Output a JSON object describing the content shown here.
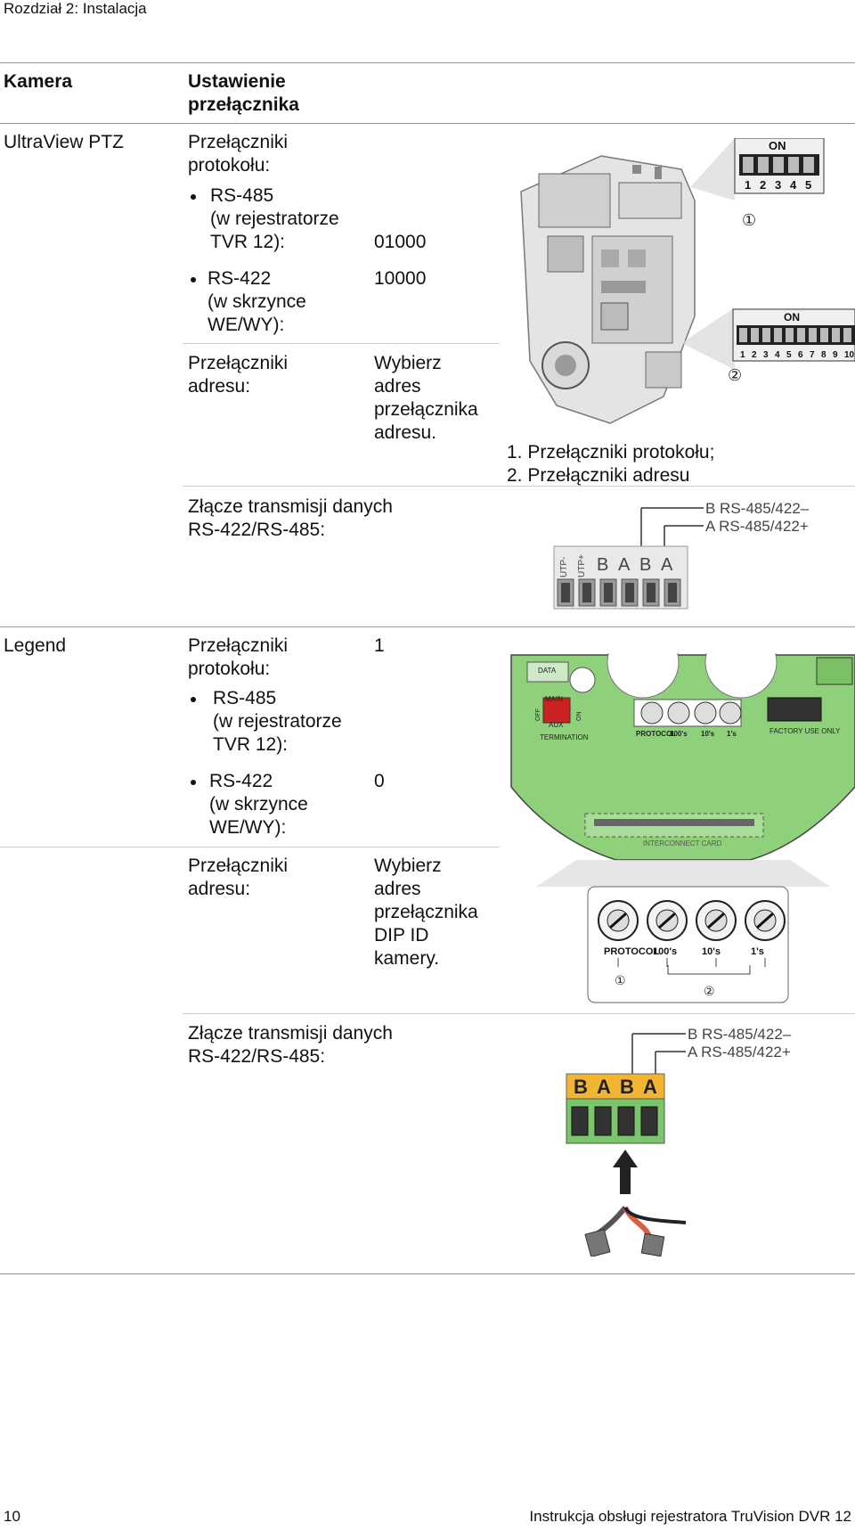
{
  "running_header": "Rozdział 2: Instalacja",
  "table": {
    "headers": {
      "camera": "Kamera",
      "switch_setting": "Ustawienie\nprzełącznika"
    },
    "row1": {
      "camera": "UltraView PTZ",
      "protocol_label": "Przełączniki\nprotokołu:",
      "rs485_label": "RS-485\n(w rejestratorze\nTVR 12):",
      "rs485_value": "01000",
      "rs422_label": "RS-422\n(w skrzynce\nWE/WY):",
      "rs422_value": "10000",
      "address_label": "Przełączniki\nadresu:",
      "address_value": "Wybierz\nadres\nprzełącznika\nadresu.",
      "caption": "1. Przełączniki protokołu;\n2. Przełączniki adresu",
      "connector_label": "Złącze transmisji danych\nRS-422/RS-485:",
      "dip_on_label": "ON",
      "dip5_numbers": [
        "1",
        "2",
        "3",
        "4",
        "5"
      ],
      "dip10_numbers": [
        "1",
        "2",
        "3",
        "4",
        "5",
        "6",
        "7",
        "8",
        "9",
        "10"
      ],
      "callouts": [
        "①",
        "②"
      ],
      "terminal_b_label": "B RS-485/422–",
      "terminal_a_label": "A RS-485/422+",
      "terminal_letters": [
        "B",
        "A",
        "B",
        "A"
      ],
      "terminal_utp": [
        "UTP-",
        "UTP+"
      ]
    },
    "row2": {
      "camera": "Legend",
      "protocol_label": "Przełączniki\nprotokołu:",
      "protocol_value": "1",
      "rs485_label": "RS-485\n(w rejestratorze\nTVR 12):",
      "rs422_label": "RS-422\n(w skrzynce\nWE/WY):",
      "rs422_value": "0",
      "address_label": "Przełączniki\nadresu:",
      "address_value": "Wybierz\nadres\nprzełącznika\nDIP ID\nkamery.",
      "connector_label": "Złącze transmisji danych\nRS-422/RS-485:",
      "board_labels": {
        "data": "DATA",
        "main": "MAIN",
        "aux": "AUX",
        "off": "OFF",
        "on": "ON",
        "termination": "TERMINATION",
        "protocol": "PROTOCOL",
        "hundreds": "100's",
        "tens": "10's",
        "ones": "1's",
        "factory": "FACTORY USE ONLY",
        "interconnect": "INTERCONNECT CARD"
      },
      "dial_labels": [
        "PROTOCOL",
        "100's",
        "10's",
        "1's"
      ],
      "callouts": [
        "①",
        "②"
      ],
      "terminal_b_label": "B RS-485/422–",
      "terminal_a_label": "A RS-485/422+",
      "terminal_letters": [
        "B",
        "A",
        "B",
        "A"
      ]
    }
  },
  "footer": {
    "page_number": "10",
    "document_title": "Instrukcja obsługi rejestratora TruVision DVR 12"
  }
}
